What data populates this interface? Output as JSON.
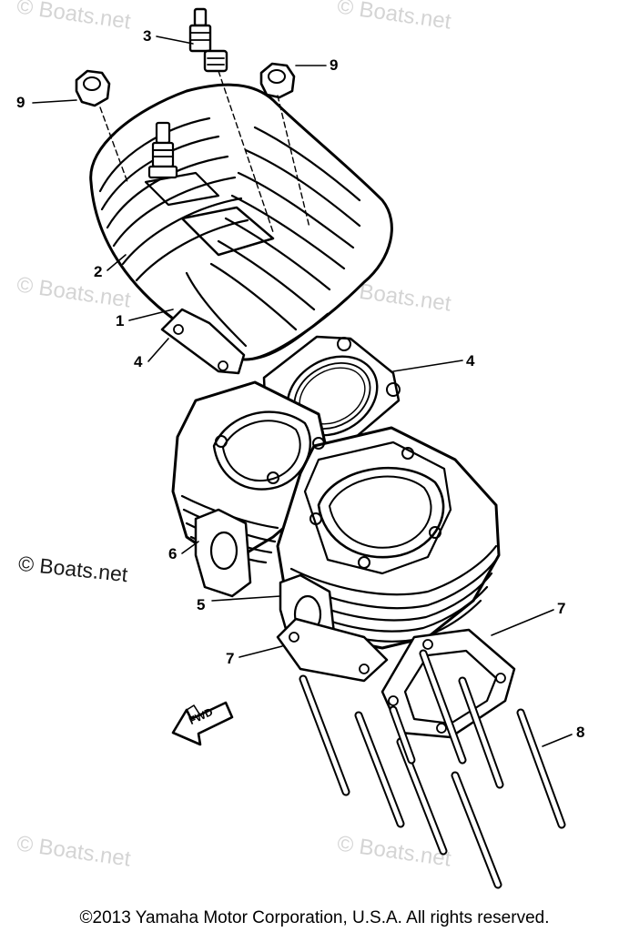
{
  "watermarks": [
    "© Boats.net",
    "© Boats.net",
    "© Boats.net",
    "© Boats.net",
    "© Boats.net",
    "© Boats.net",
    "© Boats.net"
  ],
  "watermark_strong": "© Boats.net",
  "callouts": {
    "c1": "1",
    "c2": "2",
    "c3": "3",
    "c4a": "4",
    "c4b": "4",
    "c5": "5",
    "c6": "6",
    "c7a": "7",
    "c7b": "7",
    "c8": "8",
    "c9a": "9",
    "c9b": "9"
  },
  "fwd_label": "FWD",
  "copyright": "©2013 Yamaha Motor Corporation, U.S.A. All rights reserved."
}
